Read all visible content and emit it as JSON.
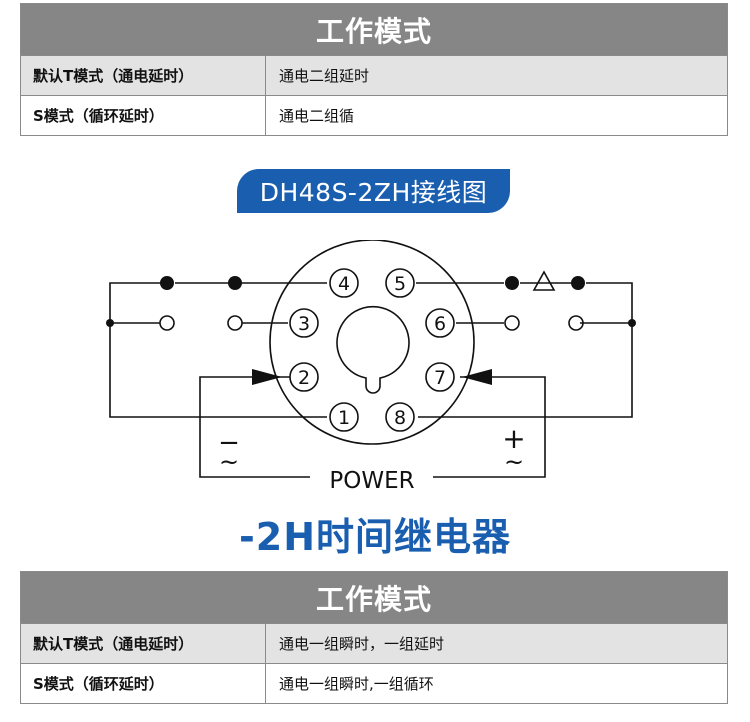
{
  "top_table": {
    "header": "工作模式",
    "rows": [
      {
        "key": "默认T模式（通电延时）",
        "value": "通电二组延时"
      },
      {
        "key": "S模式（循环延时）",
        "value": "通电二组循"
      }
    ]
  },
  "diagram": {
    "title": "DH48S-2ZH接线图",
    "pins": [
      "1",
      "2",
      "3",
      "4",
      "5",
      "6",
      "7",
      "8"
    ],
    "minus": "−",
    "plus": "+",
    "ac_left": "~",
    "ac_right": "~",
    "power": "POWER"
  },
  "relay_title": "-2H时间继电器",
  "bottom_table": {
    "header": "工作模式",
    "rows": [
      {
        "key": "默认T模式（通电延时）",
        "value": "通电一组瞬时，一组延时"
      },
      {
        "key": "S模式（循环延时）",
        "value": "通电一组瞬时,一组循环"
      }
    ]
  },
  "colors": {
    "header_bg": "#868686",
    "accent_blue": "#1a5faf",
    "row_shade": "#e3e3e3"
  }
}
